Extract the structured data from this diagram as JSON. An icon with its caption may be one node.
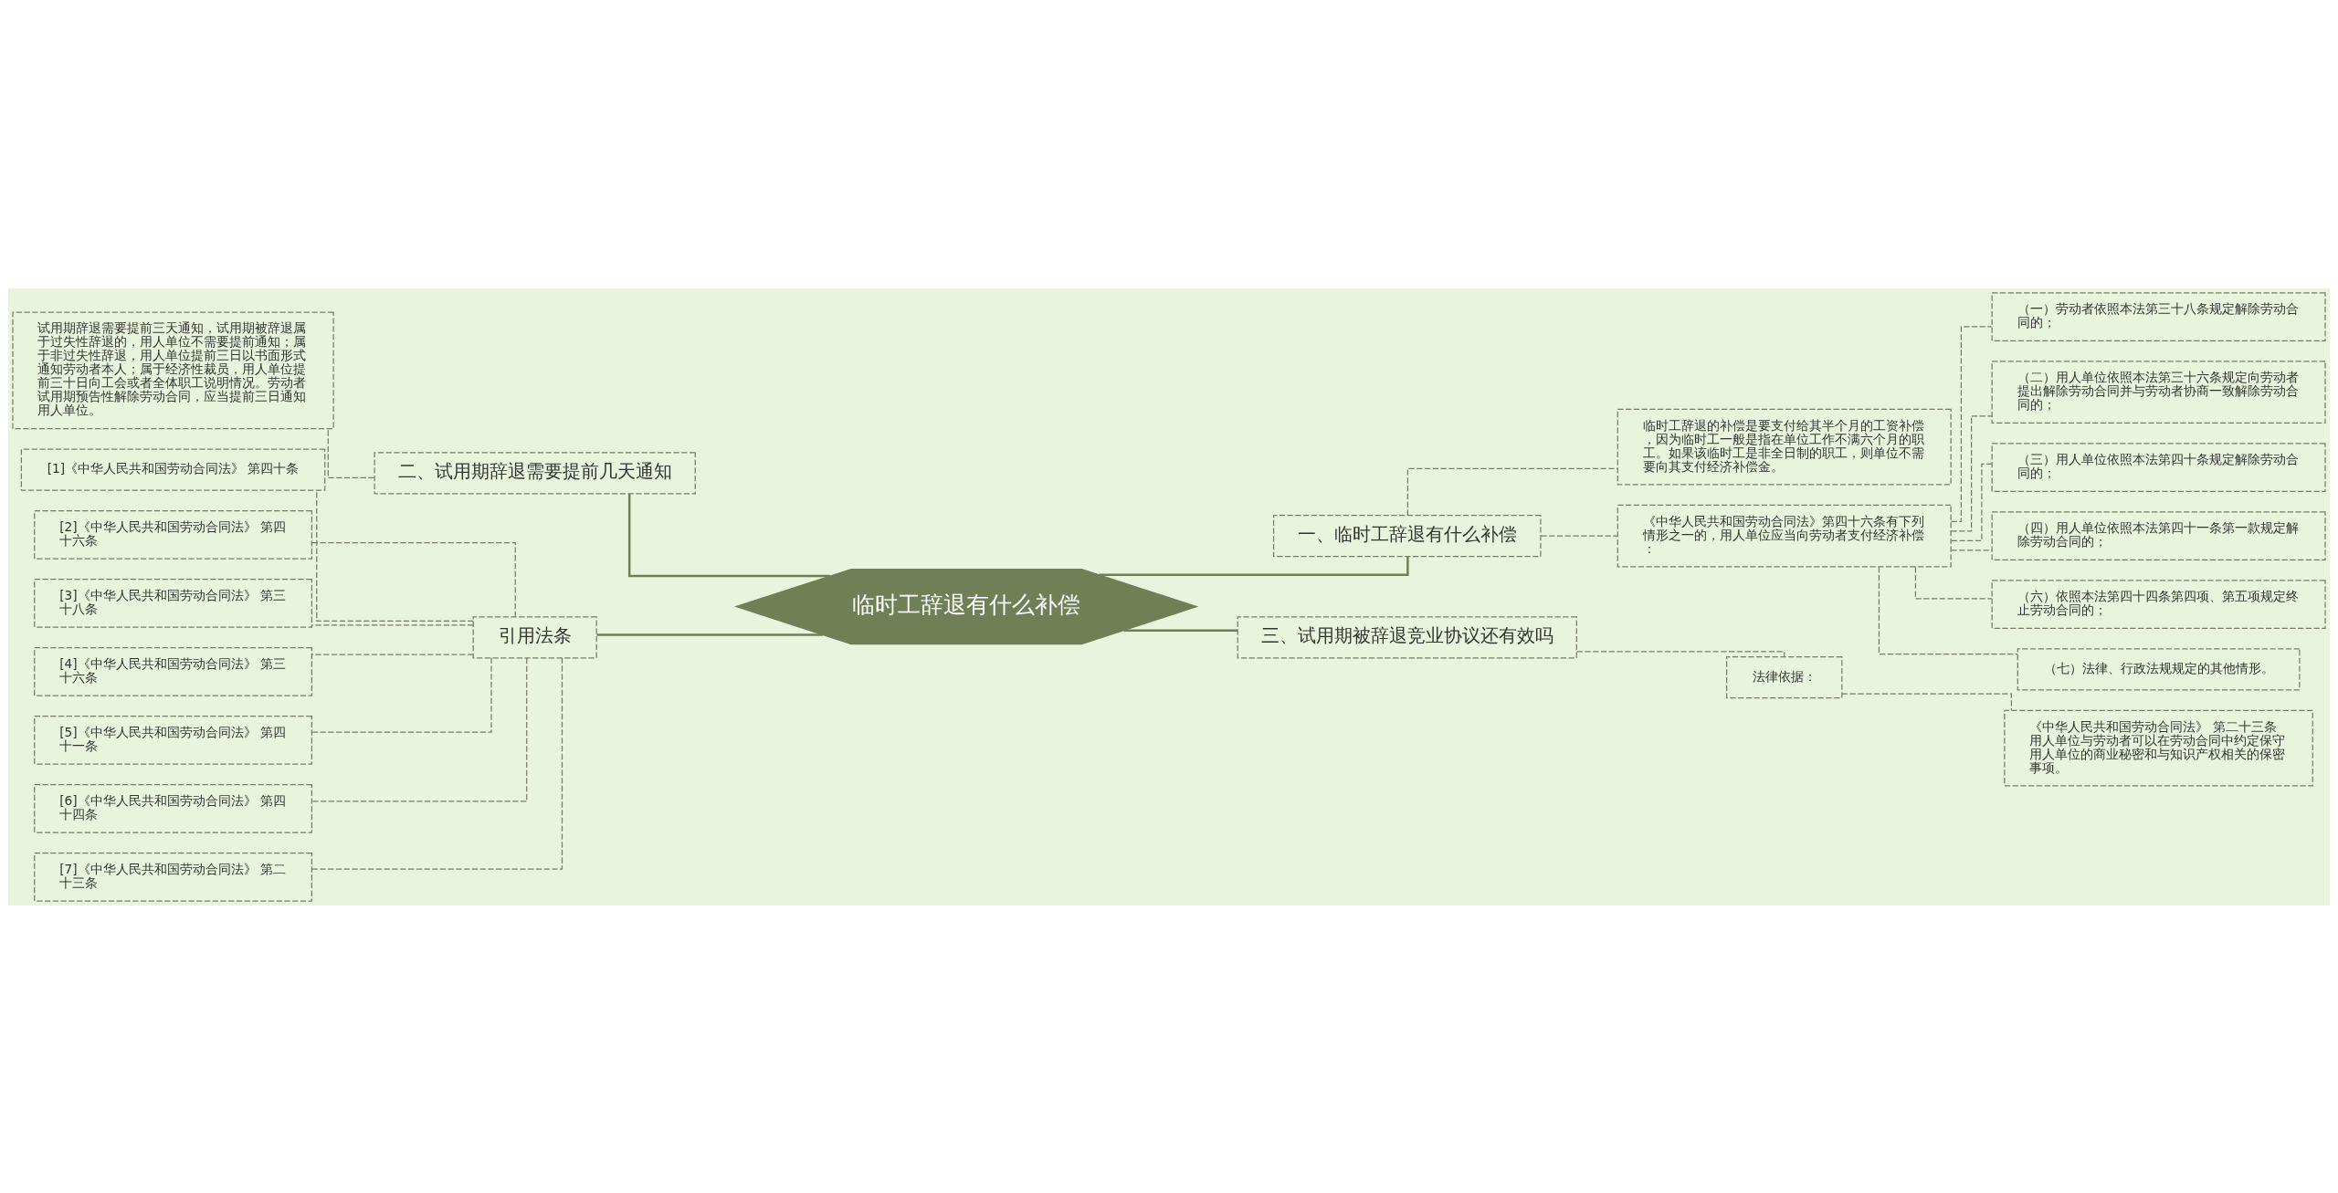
{
  "diagram": {
    "nodes": [
      {
        "text": [
          "临时工辞退有什么补偿"
        ]
      },
      {
        "text": [
          "一、临时工辞退有什么补偿"
        ]
      },
      {
        "text": [
          "临时工辞退的补偿是要支付给其半个月的工资补偿，因为临时工一般是指在单位工作不满六个月的职工。如果该临时工是非全日制的职工，则单位不需要向其支付经济补偿金。"
        ]
      },
      {
        "text": [
          "《中华人民共和国劳动合同法》第四十六条有下列情形之一的，用人单位应当向劳动者支付经济补偿："
        ]
      },
      {
        "text": [
          "（一）劳动者依照本法第三十八条规定解除劳动合同的；"
        ]
      },
      {
        "text": [
          "（二）用人单位依照本法第三十六条规定向劳动者提出解除劳动合同并与劳动者协商一致解除劳动合同的；"
        ]
      },
      {
        "text": [
          "（三）用人单位依照本法第四十条规定解除劳动合同的；"
        ]
      },
      {
        "text": [
          "（四）用人单位依照本法第四十一条第一款规定解除劳动合同的；"
        ]
      },
      {
        "text": [
          "（六）依照本法第四十四条第四项、第五项规定终止劳动合同的；"
        ]
      },
      {
        "text": [
          "（七）法律、行政法规规定的其他情形。"
        ]
      },
      {
        "text": [
          "三、试用期被辞退竞业协议还有效吗"
        ]
      },
      {
        "text": [
          "法律依据："
        ]
      },
      {
        "text": [
          "《中华人民共和国劳动合同法》 第二十三条用人单位与劳动者可以在劳动合同中约定保守用人单位的商业秘密和与知识产权相关的保密事项。"
        ]
      },
      {
        "text": [
          "二、试用期辞退需要提前几天通知"
        ]
      },
      {
        "text": [
          "试用期辞退需要提前三天通知，试用期被辞退属于过失性辞退的，用人单位不需要提前通知；属于非过失性辞退，用人单位提前三日以书面形式通知劳动者本人；属于经济性裁员，用人单位提前三十日向工会或者全体职工说明情况。劳动者试用期预告性解除劳动合同，应当提前三日通知用人单位。"
        ]
      },
      {
        "text": [
          "引用法条"
        ]
      },
      {
        "text": [
          "[1]《中华人民共和国劳动合同法》 第四十条"
        ]
      },
      {
        "text": [
          "[2]《中华人民共和国劳动合同法》 第四十六条"
        ]
      },
      {
        "text": [
          "[3]《中华人民共和国劳动合同法》 第三十八条"
        ]
      },
      {
        "text": [
          "[4]《中华人民共和国劳动合同法》 第三十六条"
        ]
      },
      {
        "text": [
          "[5]《中华人民共和国劳动合同法》 第四十一条"
        ]
      },
      {
        "text": [
          "[6]《中华人民共和国劳动合同法》 第四十四条"
        ]
      },
      {
        "text": [
          "[7]《中华人民共和国劳动合同法》 第二十三条"
        ]
      }
    ],
    "edges": [
      {
        "from": 0,
        "to": 1,
        "arrow": "none",
        "color": "#6f7f56"
      },
      {
        "from": 1,
        "to": 2,
        "arrow": "none",
        "style": "dashed"
      },
      {
        "from": 1,
        "to": 3,
        "arrow": "none",
        "style": "dashed"
      },
      {
        "from": 3,
        "to": 4,
        "arrow": "none",
        "style": "dashed"
      },
      {
        "from": 3,
        "to": 5,
        "arrow": "none",
        "style": "dashed"
      },
      {
        "from": 3,
        "to": 6,
        "arrow": "none",
        "style": "dashed"
      },
      {
        "from": 3,
        "to": 7,
        "arrow": "none",
        "style": "dashed"
      },
      {
        "from": 3,
        "to": 8,
        "arrow": "none",
        "style": "dashed"
      },
      {
        "from": 3,
        "to": 9,
        "arrow": "none",
        "style": "dashed"
      },
      {
        "from": 0,
        "to": 10,
        "arrow": "none",
        "color": "#6f7f56"
      },
      {
        "from": 10,
        "to": 11,
        "arrow": "none",
        "style": "dashed"
      },
      {
        "from": 11,
        "to": 12,
        "arrow": "none",
        "style": "dashed"
      },
      {
        "from": 0,
        "to": 13,
        "arrow": "none",
        "color": "#6f7f56"
      },
      {
        "from": 13,
        "to": 14,
        "arrow": "none",
        "style": "dashed"
      },
      {
        "from": 0,
        "to": 15,
        "arrow": "none",
        "color": "#6f7f56"
      },
      {
        "from": 15,
        "to": 16,
        "arrow": "none",
        "style": "dashed"
      },
      {
        "from": 15,
        "to": 17,
        "arrow": "none",
        "style": "dashed"
      },
      {
        "from": 15,
        "to": 18,
        "arrow": "none",
        "style": "dashed"
      },
      {
        "from": 15,
        "to": 19,
        "arrow": "none",
        "style": "dashed"
      },
      {
        "from": 15,
        "to": 20,
        "arrow": "none",
        "style": "dashed"
      },
      {
        "from": 15,
        "to": 21,
        "arrow": "none",
        "style": "dashed"
      },
      {
        "from": 15,
        "to": 22,
        "arrow": "none",
        "style": "dashed"
      }
    ]
  }
}
